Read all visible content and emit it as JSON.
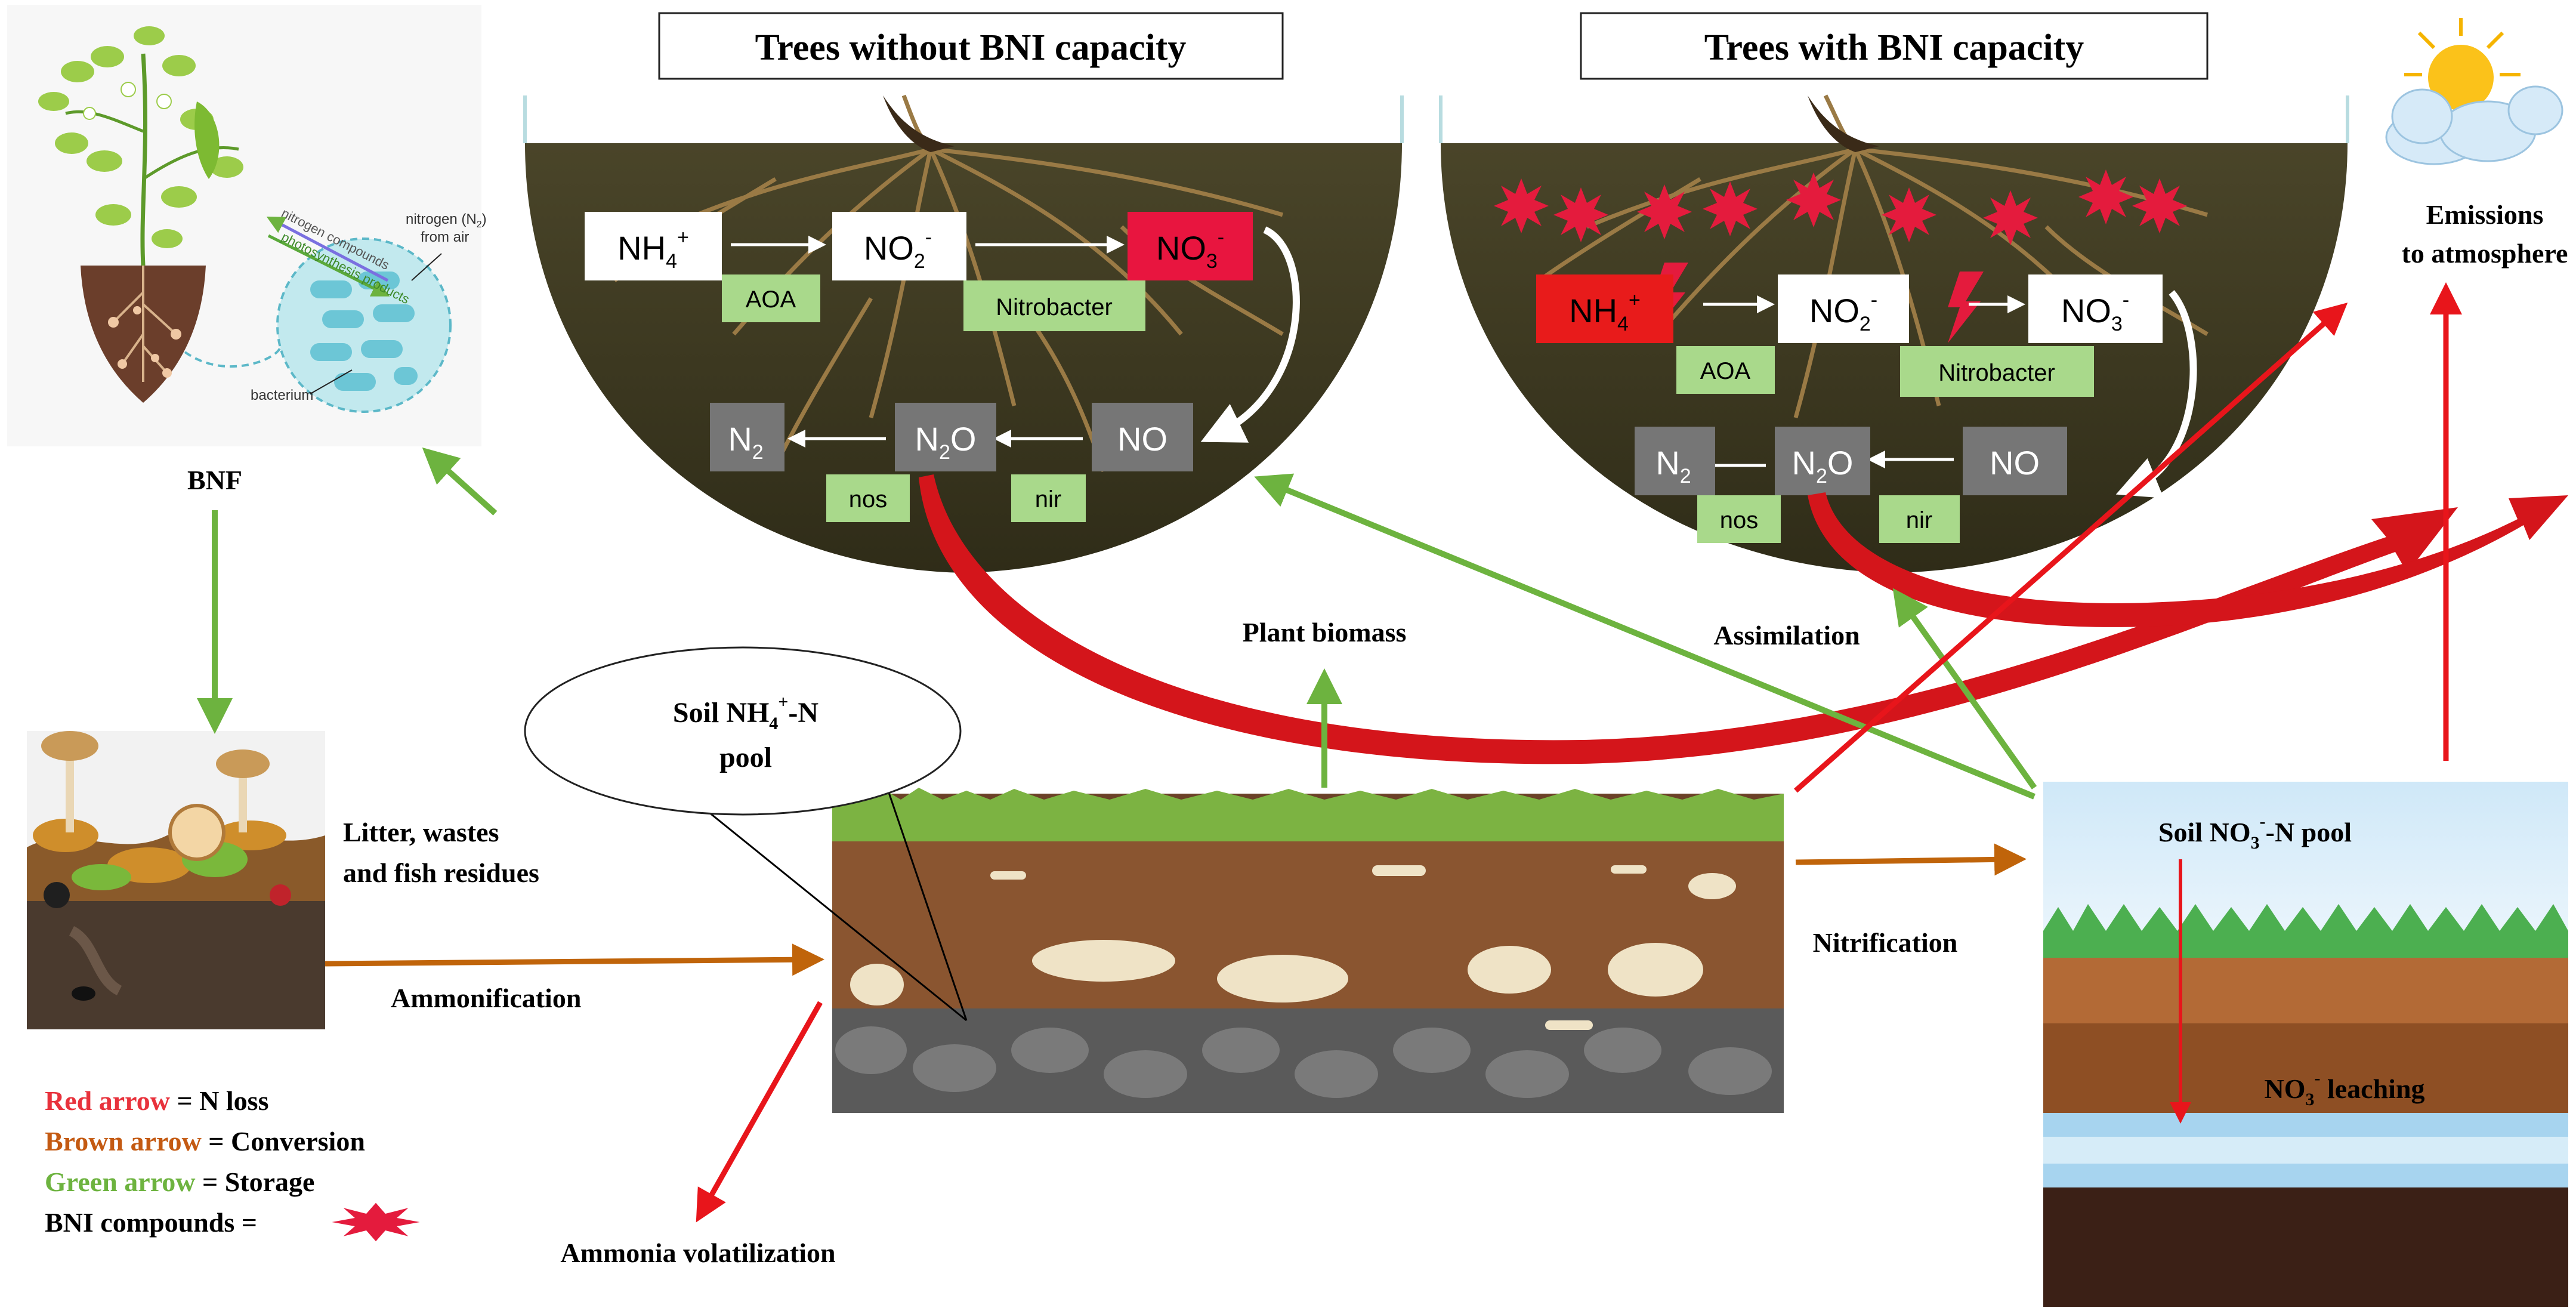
{
  "titles": {
    "without": "Trees without BNI capacity",
    "with": "Trees with BNI capacity"
  },
  "bnf_inset": {
    "label": "BNF",
    "nitrogen_compounds": "nitrogen compounds",
    "photosynthesis_products": "photosynthesis products",
    "nitrogen_from_air_1": "nitrogen (N",
    "nitrogen_from_air_sub": "2",
    "nitrogen_from_air_2": ")",
    "nitrogen_from_air_3": "from air",
    "bacterium": "bacterium"
  },
  "cycle": {
    "nh4": "NH",
    "nh4_sub": "4",
    "nh4_sup": "+",
    "no2": "NO",
    "no2_sub": "2",
    "no2_sup": "-",
    "no3": "NO",
    "no3_sub": "3",
    "no3_sup": "-",
    "n2": "N",
    "n2_sub": "2",
    "n2o": "N",
    "n2o_sub": "2",
    "n2o_tail": "O",
    "no": "NO",
    "aoa": "AOA",
    "nitrobacter": "Nitrobacter",
    "nos": "nos",
    "nir": "nir"
  },
  "labels": {
    "emissions_1": "Emissions",
    "emissions_2": "to atmosphere",
    "plant_biomass": "Plant biomass",
    "assimilation": "Assimilation",
    "litter_1": "Litter, wastes",
    "litter_2": "and fish residues",
    "ammonification": "Ammonification",
    "nitrification": "Nitrification",
    "ammonia_volatilization": "Ammonia volatilization",
    "soil_nh4_1": "Soil NH",
    "soil_nh4_sub": "4",
    "soil_nh4_sup": "+",
    "soil_nh4_2": "-N",
    "soil_nh4_3": "pool",
    "soil_no3_1": "Soil NO",
    "soil_no3_sub": "3",
    "soil_no3_sup": "-",
    "soil_no3_2": "-N pool",
    "no3_leaching_1": "NO",
    "no3_leaching_sub": "3",
    "no3_leaching_sup": "-",
    "no3_leaching_2": " leaching"
  },
  "legend": {
    "red_key": "Red arrow",
    "red_value": " = N loss",
    "brown_key": "Brown arrow",
    "brown_value": " = Conversion",
    "green_key": "Green arrow",
    "green_value": " = Storage",
    "bni_key": "BNI compounds = "
  },
  "colors": {
    "red_arrow": "#e8151b",
    "brown_arrow": "#c0640a",
    "green_arrow": "#6db33f",
    "legend_red": "#e8323c",
    "legend_brown": "#c45a12",
    "legend_green": "#6db33f",
    "soil_dark": "#3d3a21",
    "no3_highlight": "#e8153f",
    "nh4_highlight": "#e81b1b",
    "gray_box": "#767676",
    "green_box": "#a9d98b"
  }
}
